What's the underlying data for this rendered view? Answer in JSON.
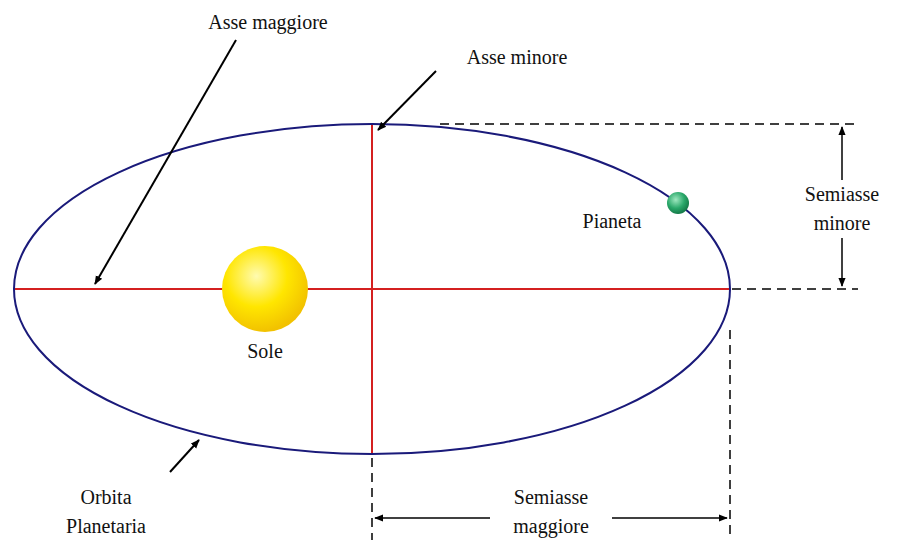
{
  "diagram": {
    "labels": [
      "Asse maggiore",
      "Asse minore",
      "Semiasse minore",
      "Pianeta",
      "Sole",
      "Orbita Planetaria",
      "Semiasse maggiore"
    ]
  }
}
